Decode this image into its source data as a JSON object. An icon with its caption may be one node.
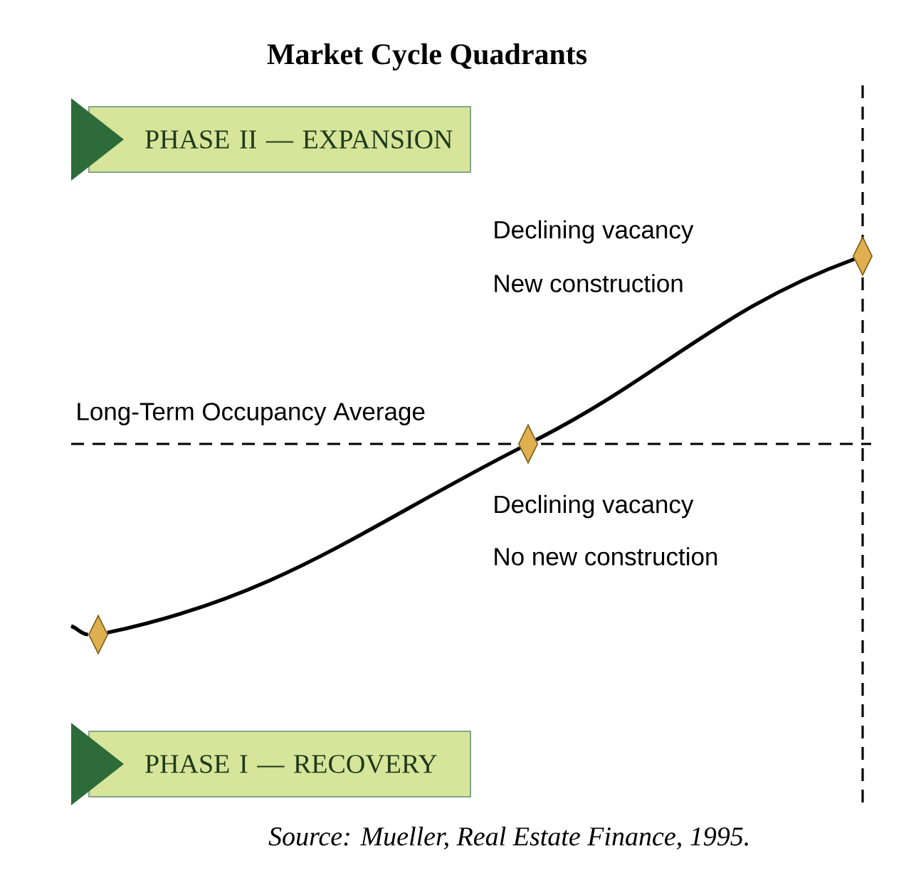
{
  "diagram": {
    "title": "Market Cycle Quadrants",
    "caption": "Source: Mueller, Real Estate Finance, 1995.",
    "nodes": [
      {
        "text": [
          "PHASE II — EXPANSION"
        ]
      },
      {
        "text": [
          "PHASE I — RECOVERY"
        ]
      },
      {
        "text": [],
        "shape": "diamond"
      },
      {
        "text": [],
        "shape": "diamond"
      },
      {
        "text": [],
        "shape": "diamond"
      }
    ],
    "edges": [
      {
        "from": 2,
        "to": 3,
        "arrow": "none"
      },
      {
        "from": 3,
        "to": 4,
        "arrow": "none"
      }
    ],
    "labels": [
      "Declining vacancy",
      "New construction",
      "Long-Term Occupancy Average",
      "Declining vacancy",
      "No new construction"
    ]
  }
}
